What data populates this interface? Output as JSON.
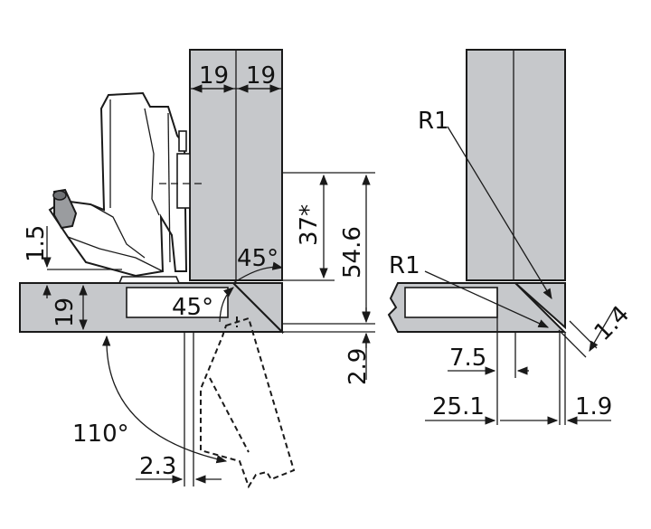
{
  "diagram": {
    "colors": {
      "panel_fill": "#c6c8cb",
      "line": "#1a1a1a",
      "background": "#ffffff"
    },
    "left_view": {
      "door_thickness_a": "19",
      "door_thickness_b": "19",
      "height_37": "37*",
      "height_54_6": "54.6",
      "overlay_1_5": "1.5",
      "side_19": "19",
      "angle_top": "45°",
      "angle_inner": "45°",
      "gap_2_9": "2.9",
      "opening_angle": "110°",
      "offset_2_3": "2.3"
    },
    "right_view": {
      "radius_top": "R1",
      "radius_mid": "R1",
      "dim_1_4": "1.4",
      "dim_7_5": "7.5",
      "dim_25_1": "25.1",
      "dim_1_9": "1.9"
    }
  }
}
